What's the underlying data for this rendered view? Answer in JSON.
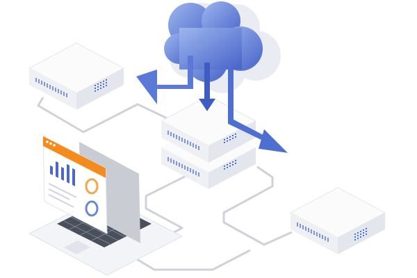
{
  "diagram": {
    "style": "isometric cloud server network illustration",
    "colors": {
      "background": "#ffffff",
      "cloud_light": "#8aa8e6",
      "cloud_dark": "#4763c9",
      "cloud_side": "#e9ecf3",
      "arrow": "#5b79d6",
      "arrow_dark": "#3f5cc0",
      "server_top": "#fbfbfc",
      "server_left": "#eef0f4",
      "server_right": "#e3e6ec",
      "vent": "#4f6fd0",
      "cable": "#cfd2d8",
      "window_header": "#f58a1f",
      "window_dots": "#ffffff",
      "bar_chart": "#4a68cc",
      "ring_orange": "#f7a44a",
      "ring_blue": "#6a86d8",
      "keyboard": "#4a4f5c",
      "laptop_body": "#f3f4f7"
    },
    "nodes": [
      {
        "id": "cloud",
        "icon": "cloud-icon"
      },
      {
        "id": "server-top-left",
        "icon": "server-icon"
      },
      {
        "id": "server-center-stack",
        "icon": "server-stack-icon"
      },
      {
        "id": "server-bottom-right",
        "icon": "server-icon"
      },
      {
        "id": "laptop",
        "icon": "laptop-icon"
      }
    ],
    "edges": [
      {
        "from": "cloud",
        "to": "server-center-stack",
        "kind": "arrow"
      },
      {
        "from": "server-center-stack",
        "to": "server-top-left",
        "kind": "cable"
      },
      {
        "from": "server-center-stack",
        "to": "laptop",
        "kind": "cable"
      },
      {
        "from": "server-center-stack",
        "to": "server-bottom-right",
        "kind": "cable"
      },
      {
        "from": "laptop",
        "to": "server-bottom-right",
        "kind": "cable"
      }
    ]
  }
}
